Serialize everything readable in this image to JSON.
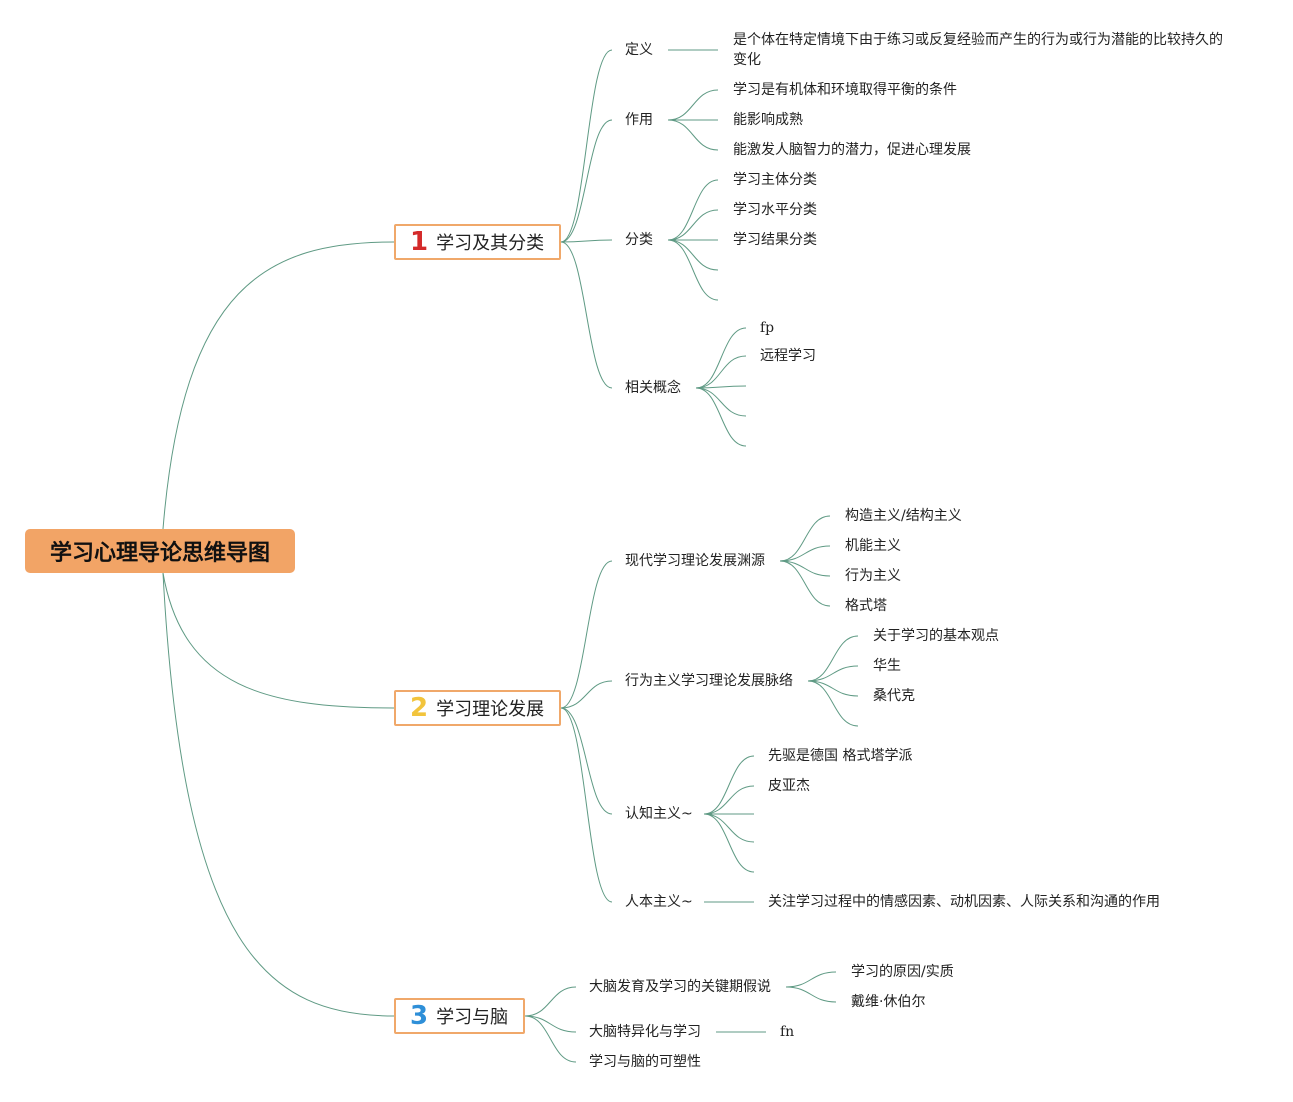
{
  "root": "学习心理导论思维导图",
  "colors": {
    "line": "#5f9a84",
    "root_fill": "#f2a466",
    "topic_border": "#f0a86a",
    "num1": "#d42a2a",
    "num2": "#f2c43c",
    "num3": "#2e8fd8"
  },
  "topics": [
    {
      "num": "1",
      "label": "学习及其分类",
      "children": [
        {
          "label": "定义",
          "children": [
            "是个体在特定情境下由于练习或反复经验而产生的行为或行为潜能的比较持久的变化"
          ]
        },
        {
          "label": "作用",
          "children": [
            "学习是有机体和环境取得平衡的条件",
            "能影响成熟",
            "能激发人脑智力的潜力，促进心理发展"
          ]
        },
        {
          "label": "分类",
          "children": [
            "学习主体分类",
            "学习水平分类",
            "学习结果分类",
            "",
            ""
          ]
        },
        {
          "label": "相关概念",
          "children": [
            "fp",
            "远程学习",
            "",
            "",
            ""
          ]
        }
      ]
    },
    {
      "num": "2",
      "label": "学习理论发展",
      "children": [
        {
          "label": "现代学习理论发展渊源",
          "children": [
            "构造主义/结构主义",
            "机能主义",
            "行为主义",
            "格式塔"
          ]
        },
        {
          "label": "行为主义学习理论发展脉络",
          "children": [
            "关于学习的基本观点",
            "华生",
            "桑代克",
            ""
          ]
        },
        {
          "label": "认知主义~",
          "children": [
            "先驱是德国 格式塔学派",
            "皮亚杰",
            "",
            "",
            ""
          ]
        },
        {
          "label": "人本主义~",
          "children": [
            "关注学习过程中的情感因素、动机因素、人际关系和沟通的作用"
          ]
        }
      ]
    },
    {
      "num": "3",
      "label": "学习与脑",
      "children": [
        {
          "label": "大脑发育及学习的关键期假说",
          "children": [
            "学习的原因/实质",
            "戴维·休伯尔"
          ]
        },
        {
          "label": "大脑特异化与学习",
          "children": [
            "fn"
          ]
        },
        {
          "label": "学习与脑的可塑性",
          "children": []
        }
      ]
    }
  ]
}
